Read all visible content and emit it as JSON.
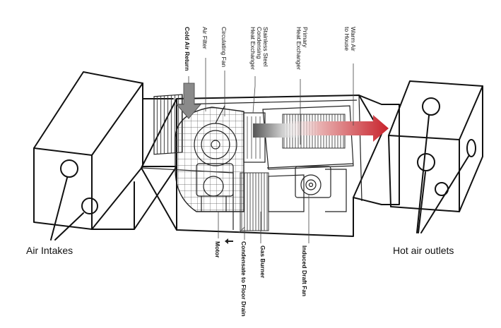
{
  "labels": {
    "cold_air_return": "Cold Air Return",
    "air_filter": "Air Filter",
    "circulating_fan": "Circulating Fan",
    "stainless_steel_1": "Stainless Steel",
    "stainless_steel_2": "Condensing",
    "stainless_steel_3": "Heat Exchanger",
    "primary_hx_1": "Primary",
    "primary_hx_2": "Heat Exchanger",
    "warm_air_1": "Warm Air",
    "warm_air_2": "to House",
    "motor": "Motor",
    "condensate": "Condensate to Floor Drain",
    "gas_burner": "Gas Burner",
    "induced_draft_fan": "Induced Draft Fan",
    "air_intakes": "Air Intakes",
    "hot_air_outlets": "Hot air outlets"
  },
  "colors": {
    "warm_arrow": "#c8232c",
    "cold_arrow": "#8a8a8a",
    "line": "#111111"
  }
}
